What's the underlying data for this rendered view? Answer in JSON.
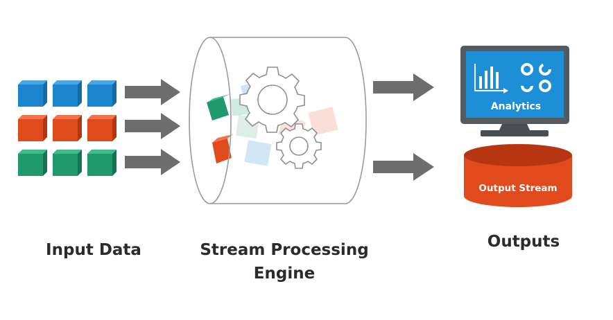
{
  "labels": {
    "input": "Input Data",
    "engine_line1": "Stream Processing",
    "engine_line2": "Engine",
    "outputs": "Outputs"
  },
  "outputs": {
    "analytics_label": "Analytics",
    "stream_label": "Output Stream"
  },
  "colors": {
    "blue": "#1b86cf",
    "red": "#e04b1c",
    "green": "#1f9a6c",
    "arrow": "#6d6d6d",
    "monitor": "#555a5f",
    "screen": "#1d8fd8",
    "stream_db": "#e04a1c",
    "text_dark": "#2b2b2b"
  },
  "icons": {
    "input_blocks": "cube-icon",
    "engine_gears": "gear-icon",
    "analytics": "bar-chart-icon",
    "analytics_pie": "donut-chart-icon",
    "output_stream": "database-icon"
  }
}
